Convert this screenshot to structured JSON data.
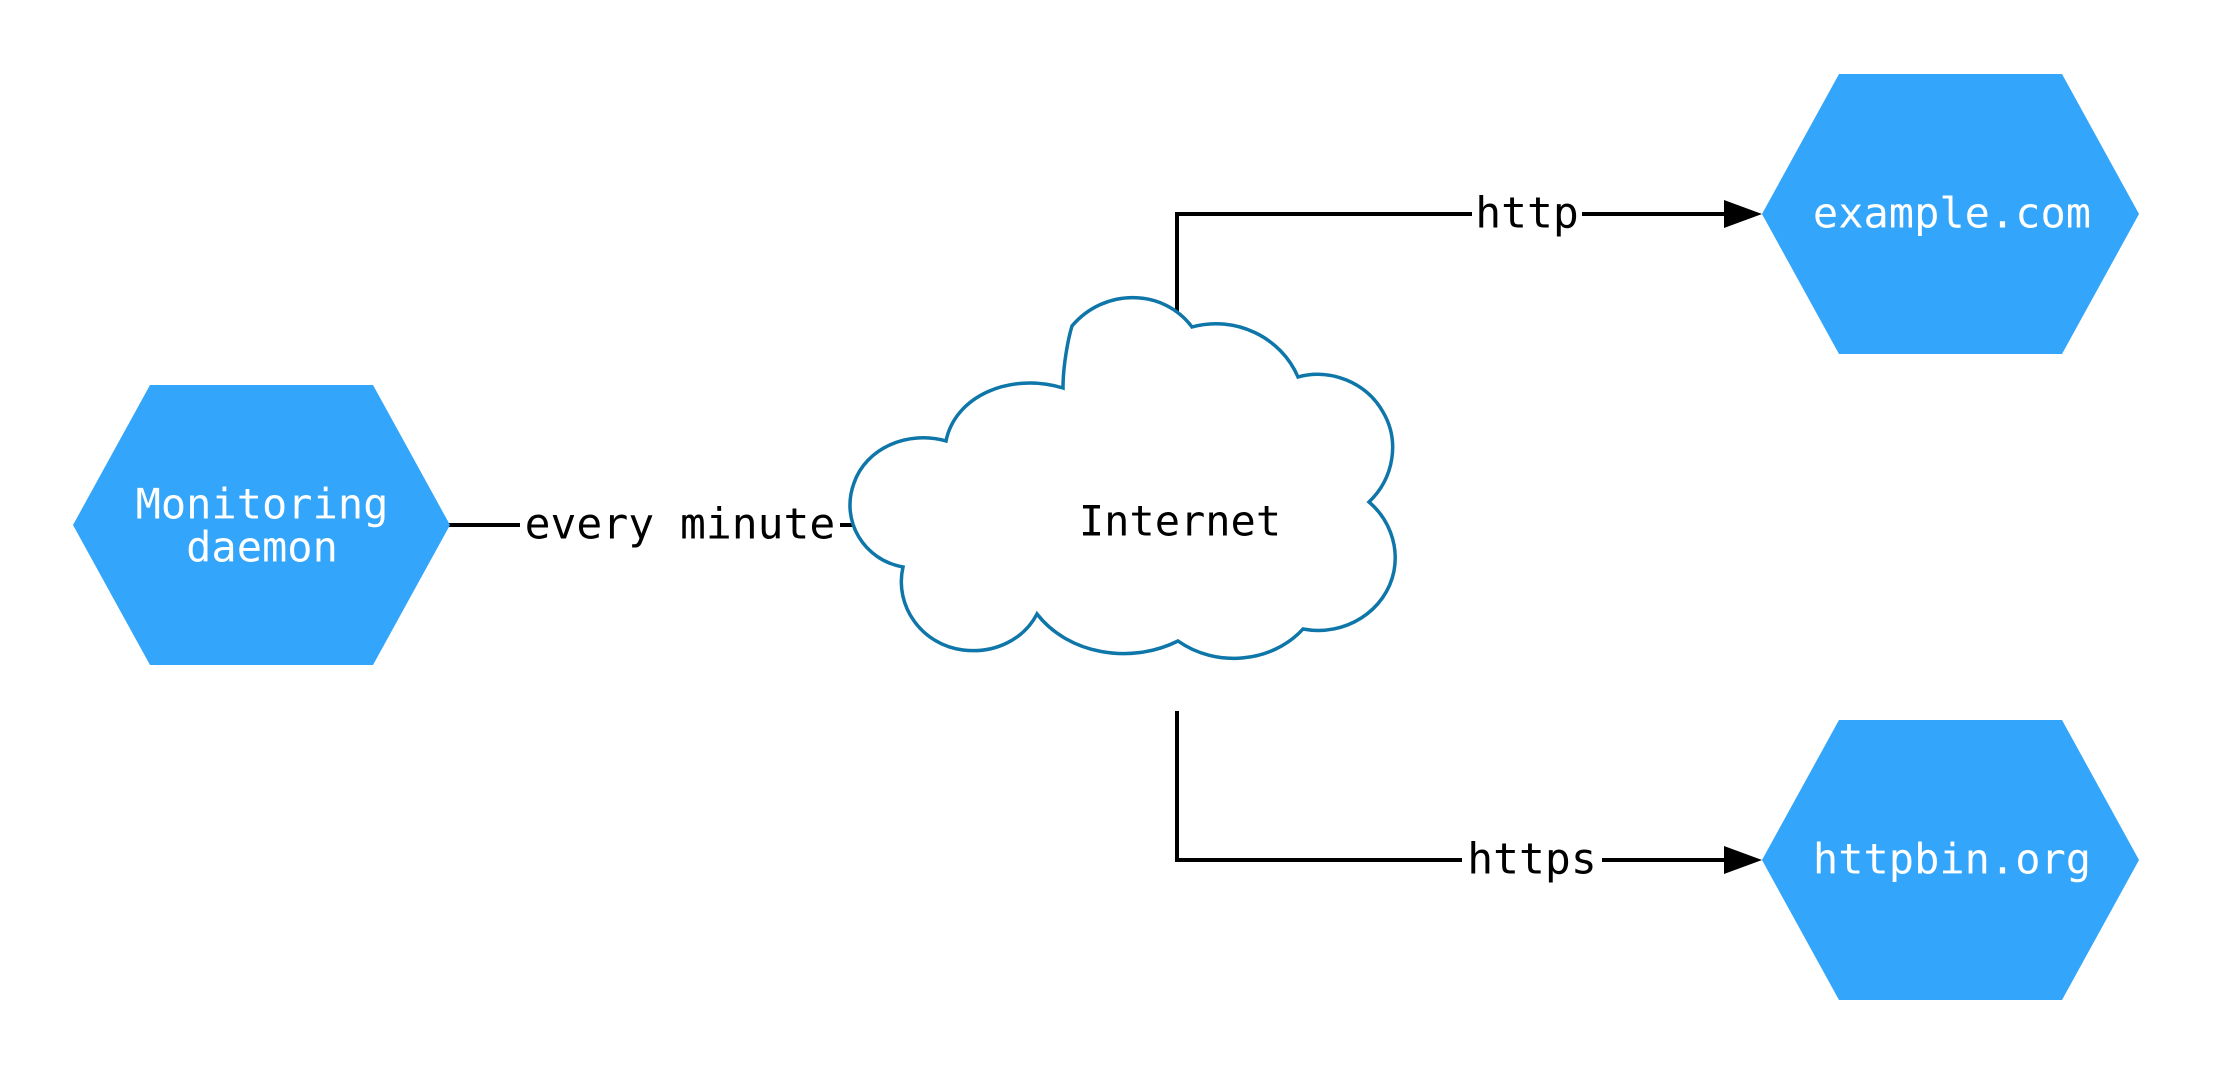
{
  "diagram": {
    "type": "network-flow-diagram",
    "background_color": "#ffffff",
    "node_fill_color": "#33a5fa",
    "node_text_color": "#ffffff",
    "cloud_stroke_color": "#0e76a8",
    "cloud_fill_color": "#ffffff",
    "edge_color": "#000000",
    "nodes": [
      {
        "id": "monitoring-daemon",
        "shape": "hexagon",
        "label_line1": "Monitoring",
        "label_line2": "daemon",
        "fill": "#33a5fa",
        "text_color": "#ffffff"
      },
      {
        "id": "internet",
        "shape": "cloud",
        "label": "Internet",
        "fill": "#ffffff",
        "stroke": "#0e76a8",
        "text_color": "#000000"
      },
      {
        "id": "example-com",
        "shape": "hexagon",
        "label": "example.com",
        "fill": "#33a5fa",
        "text_color": "#ffffff"
      },
      {
        "id": "httpbin-org",
        "shape": "hexagon",
        "label": "httpbin.org",
        "fill": "#33a5fa",
        "text_color": "#ffffff"
      }
    ],
    "edges": [
      {
        "id": "daemon-to-internet",
        "from": "monitoring-daemon",
        "to": "internet",
        "label": "every minute",
        "arrow": true
      },
      {
        "id": "internet-to-example",
        "from": "internet",
        "to": "example-com",
        "label": "http",
        "arrow": true
      },
      {
        "id": "internet-to-httpbin",
        "from": "internet",
        "to": "httpbin-org",
        "label": "https",
        "arrow": true
      }
    ]
  }
}
